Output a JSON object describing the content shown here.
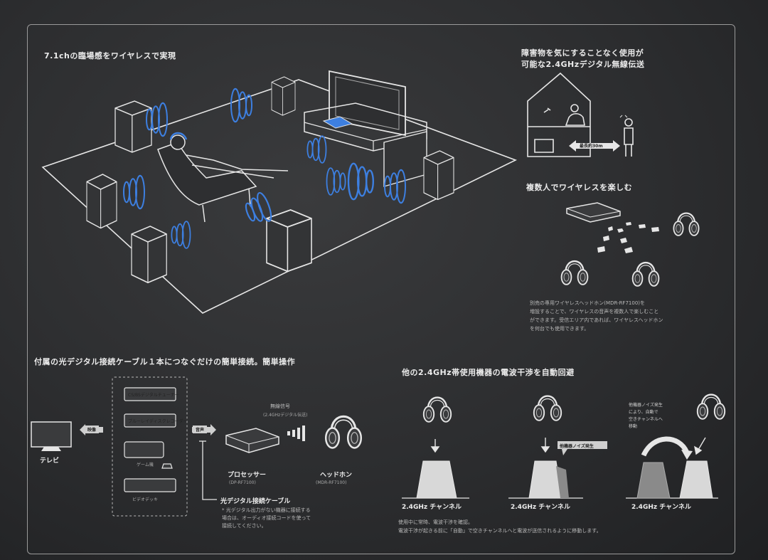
{
  "sections": {
    "surround": {
      "title": "7.1chの臨場感をワイヤレスで実現"
    },
    "obstacles": {
      "title_line1": "障害物を気にすることなく使用が",
      "title_line2": "可能な2.4GHzデジタル無線伝送",
      "distance_label": "最長約30m"
    },
    "multi": {
      "title": "複数人でワイヤレスを楽しむ",
      "text": [
        "別売の専用ワイヤレスヘッドホン(MDR-RF7100)を",
        "増設することで、ワイヤレスの音声を複数人で楽しむこと",
        "ができます。受信エリア内であれば、ワイヤレスヘッドホン",
        "を何台でも使用できます。"
      ]
    },
    "connection": {
      "title": "付属の光デジタル接続ケーブル１本につなぐだけの簡単接続。簡単操作",
      "devices": [
        "CS/BSデジタルチューナー",
        "ブルーレイディスクレコーダー",
        "ゲーム機",
        "ビデオデッキ"
      ],
      "tv_label": "テレビ",
      "video_tag": "映像",
      "audio_tag": "音声",
      "wireless_signal": "無線信号",
      "wireless_sub": "(2.4GHzデジタル伝送)",
      "processor_label": "プロセッサー",
      "processor_model": "(DP-RF7100)",
      "headphone_label": "ヘッドホン",
      "headphone_model": "(MDR-RF7100)",
      "cable_label": "光デジタル接続ケーブル",
      "cable_note": [
        "* 光デジタル出力がない機器に接続する",
        "場合は、オーディオ接続コードを使って",
        "接続してください。"
      ]
    },
    "interference": {
      "title": "他の2.4GHz帯使用機器の電波干渉を自動回避",
      "channel_label": "2.4GHz チャンネル",
      "noise_tag": "他機器ノイズ発生",
      "auto_note": [
        "他機器ノイズ発生",
        "により、自動で",
        "空きチャンネルへ",
        "移動"
      ],
      "footer": [
        "使用中に常時、電波干渉を確認。",
        "電波干渉が起きる前に「自動」で空きチャンネルへと電波が送信されるように移動します。"
      ]
    }
  },
  "colors": {
    "accent_blue": "#3d7fe0",
    "line": "#e6e6e6",
    "background": "#2b2c2e"
  }
}
